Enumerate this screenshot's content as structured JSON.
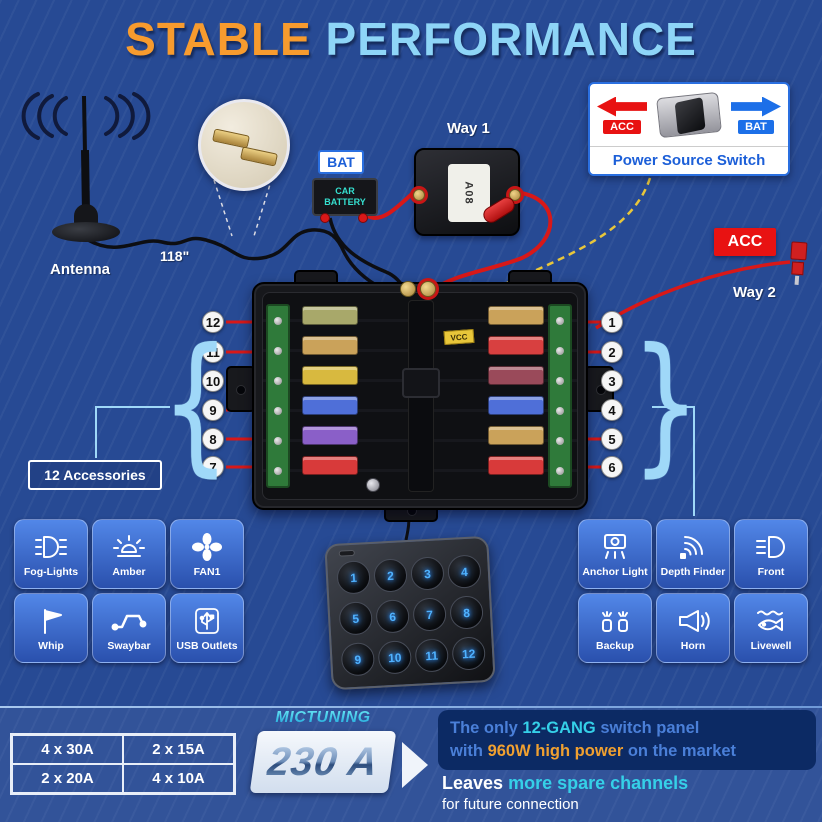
{
  "title": {
    "word1": "STABLE",
    "word2": "PERFORMANCE"
  },
  "antenna": {
    "label": "Antenna",
    "cable_length": "118\""
  },
  "battery": {
    "tag": "BAT",
    "name_line1": "CAR",
    "name_line2": "BATTERY"
  },
  "breaker": {
    "label": "Way 1",
    "marking": "A08"
  },
  "power_switch": {
    "title": "Power Source Switch",
    "left_label": "ACC",
    "right_label": "BAT"
  },
  "acc_input": {
    "tag": "ACC",
    "label": "Way 2"
  },
  "fusebox": {
    "left_numbers": [
      "12",
      "11",
      "10",
      "9",
      "8",
      "7"
    ],
    "right_numbers": [
      "1",
      "2",
      "3",
      "4",
      "5",
      "6"
    ],
    "vcc_label": "VCC"
  },
  "accessories": {
    "group_label": "12 Accessories",
    "left": [
      {
        "label": "Fog-Lights"
      },
      {
        "label": "Amber"
      },
      {
        "label": "FAN1"
      },
      {
        "label": "Whip"
      },
      {
        "label": "Swaybar"
      },
      {
        "label": "USB Outlets"
      }
    ],
    "right": [
      {
        "label": "Anchor Light"
      },
      {
        "label": "Depth Finder"
      },
      {
        "label": "Front"
      },
      {
        "label": "Backup"
      },
      {
        "label": "Horn"
      },
      {
        "label": "Livewell"
      }
    ]
  },
  "keypad": {
    "buttons": [
      "1",
      "2",
      "3",
      "4",
      "5",
      "6",
      "7",
      "8",
      "9",
      "10",
      "11",
      "12"
    ]
  },
  "specs": {
    "fuse_table": [
      [
        "4 x 30A",
        "2 x 15A"
      ],
      [
        "2 x 20A",
        "4 x 10A"
      ]
    ],
    "brand": "MICTUNING",
    "total_current": "230 A"
  },
  "promo": {
    "line1": [
      "The only ",
      "12-GANG",
      " switch panel"
    ],
    "line2": [
      "with ",
      "960W high power",
      " on the market"
    ],
    "line3": [
      "Leaves ",
      "more spare channels"
    ],
    "line4": "for future connection"
  },
  "colors": {
    "accent_orange": "#f79b2e",
    "accent_lightblue": "#8ed5f7",
    "accent_cyan": "#35d0e8",
    "acc_red": "#e81212",
    "bat_blue": "#1c6fe8"
  }
}
